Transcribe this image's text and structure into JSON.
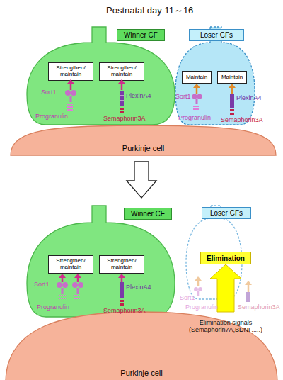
{
  "diagram": {
    "title": "Postnatal day 11～16",
    "nodes": [
      {
        "text": [
          "Winner CF"
        ]
      },
      {
        "text": [
          "Strengthen/ maintain"
        ],
        "in": 0
      },
      {
        "text": [
          "Strengthen/ maintain"
        ],
        "in": 0
      },
      {
        "text": [
          "Loser CFs"
        ]
      },
      {
        "text": [
          "Maintain"
        ],
        "in": 3
      },
      {
        "text": [
          "Maintain"
        ],
        "in": 3
      },
      {
        "text": [
          "Purkinje cell"
        ]
      },
      {
        "text": [
          "Winner CF"
        ]
      },
      {
        "text": [
          "Strengthen/ maintain"
        ],
        "in": 7
      },
      {
        "text": [
          "Strengthen/ maintain"
        ],
        "in": 7
      },
      {
        "text": [
          "Loser CFs"
        ]
      },
      {
        "text": [
          "Elimination"
        ],
        "in": 10
      },
      {
        "text": [
          "Purkinje cell"
        ]
      }
    ],
    "edges": [
      {
        "from": 12,
        "to": 11,
        "arrow": "to",
        "label": "Elimination signals (Semaphorin7A,BDNF.....)"
      }
    ],
    "labels": [
      "Sort1",
      "Progranulin",
      "PlexinA4",
      "Semaphorin3A",
      "Sort1",
      "Progranulin",
      "PlexinA4",
      "Semaphorin3A",
      "Sort1",
      "Progranulin",
      "PlexinA4",
      "Semaphorin3A",
      "Sort1",
      "Progranulin",
      "Semaphorin3A"
    ]
  }
}
